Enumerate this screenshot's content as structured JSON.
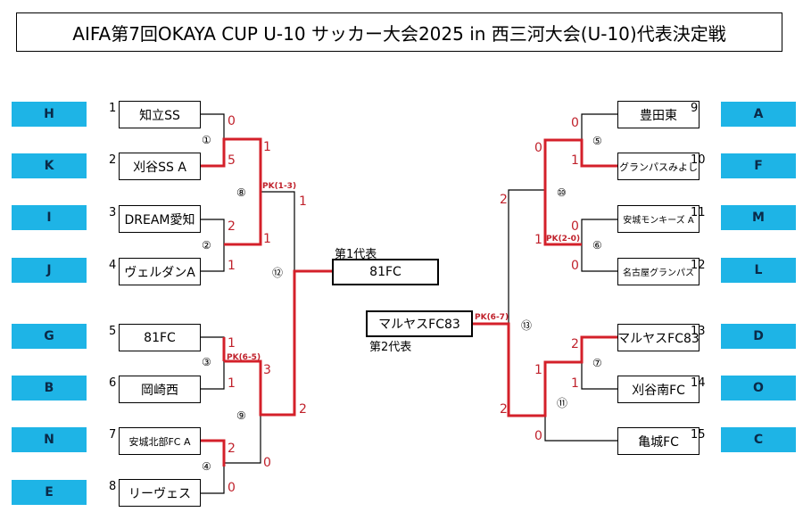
{
  "title": "AIFA第7回OKAYA CUP U-10 サッカー大会2025 in 西三河大会(U-10)代表決定戦",
  "left_groups": [
    "H",
    "K",
    "I",
    "J",
    "G",
    "B",
    "N",
    "E"
  ],
  "right_groups": [
    "A",
    "F",
    "M",
    "L",
    "D",
    "O",
    "C"
  ],
  "left_teams": [
    {
      "num": "1",
      "name": "知立SS"
    },
    {
      "num": "2",
      "name": "刈谷SS A"
    },
    {
      "num": "3",
      "name": "DREAM愛知"
    },
    {
      "num": "4",
      "name": "ヴェルダンA"
    },
    {
      "num": "5",
      "name": "81FC"
    },
    {
      "num": "6",
      "name": "岡崎西"
    },
    {
      "num": "7",
      "name": "安城北部FC A"
    },
    {
      "num": "8",
      "name": "リーヴェス"
    }
  ],
  "right_teams": [
    {
      "num": "9",
      "name": "豊田東"
    },
    {
      "num": "10",
      "name": "グランパスみよし"
    },
    {
      "num": "11",
      "name": "安城モンキーズ A"
    },
    {
      "num": "12",
      "name": "名古屋グランパス"
    },
    {
      "num": "13",
      "name": "マルヤスFC83"
    },
    {
      "num": "14",
      "name": "刈谷南FC"
    },
    {
      "num": "15",
      "name": "亀城FC"
    }
  ],
  "match_numbers": [
    "①",
    "②",
    "③",
    "④",
    "⑤",
    "⑥",
    "⑦",
    "⑧",
    "⑨",
    "⑩",
    "⑪",
    "⑫",
    "⑬"
  ],
  "scores": {
    "m1": [
      "0",
      "5"
    ],
    "m2": [
      "2",
      "1"
    ],
    "m3": [
      "1",
      "1"
    ],
    "m4": [
      "2",
      "0"
    ],
    "m8": [
      "1",
      "1"
    ],
    "m9": [
      "3",
      "0"
    ],
    "m12": [
      "1",
      "2"
    ],
    "m5": [
      "0",
      "1"
    ],
    "m6": [
      "0",
      "0"
    ],
    "m7": [
      "2",
      "1"
    ],
    "m10": [
      "0",
      "1"
    ],
    "m11": [
      "1",
      "0"
    ],
    "m13": [
      "2",
      "2"
    ]
  },
  "pk": {
    "m8": "PK(1-3)",
    "m3": "PK(6-5)",
    "m6": "PK(2-0)",
    "m13": "PK(6-7)"
  },
  "representatives": {
    "first": {
      "label": "第1代表",
      "team": "81FC"
    },
    "second": {
      "label": "第2代表",
      "team": "マルヤスFC83"
    }
  },
  "colors": {
    "win_line": "#d4202a",
    "line": "#000000",
    "group_bg": "#1eb4e6"
  }
}
